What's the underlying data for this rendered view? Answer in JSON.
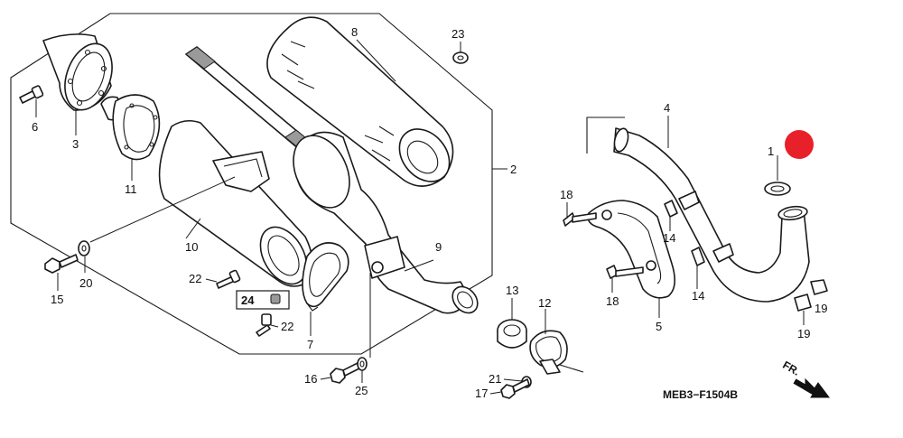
{
  "diagram": {
    "callouts": {
      "c1": "1",
      "c2": "2",
      "c3": "3",
      "c4": "4",
      "c5": "5",
      "c6": "6",
      "c7": "7",
      "c8": "8",
      "c9": "9",
      "c10": "10",
      "c11": "11",
      "c12": "12",
      "c13": "13",
      "c14a": "14",
      "c14b": "14",
      "c15": "15",
      "c16": "16",
      "c17": "17",
      "c18a": "18",
      "c18b": "18",
      "c19a": "19",
      "c19b": "19",
      "c20": "20",
      "c21": "21",
      "c22a": "22",
      "c22b": "22",
      "c23": "23",
      "c24": "24",
      "c25": "25"
    },
    "diagram_code": "MEB3−F1504B",
    "direction_label": "FR.",
    "marker_color": "#e8202a"
  }
}
